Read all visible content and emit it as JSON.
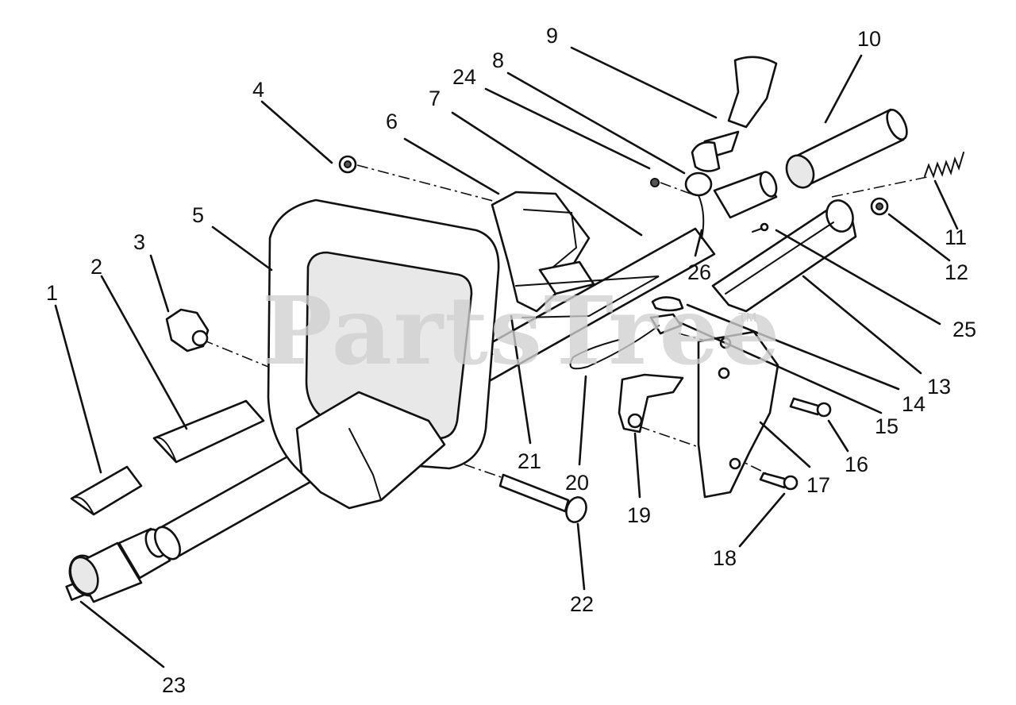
{
  "watermark": {
    "text": "PartsTree",
    "mark": "TM"
  },
  "callouts": [
    {
      "id": "1",
      "label": "1"
    },
    {
      "id": "2",
      "label": "2"
    },
    {
      "id": "3",
      "label": "3"
    },
    {
      "id": "4",
      "label": "4"
    },
    {
      "id": "5",
      "label": "5"
    },
    {
      "id": "6",
      "label": "6"
    },
    {
      "id": "7",
      "label": "7"
    },
    {
      "id": "8",
      "label": "8"
    },
    {
      "id": "9",
      "label": "9"
    },
    {
      "id": "10",
      "label": "10"
    },
    {
      "id": "11",
      "label": "11"
    },
    {
      "id": "12",
      "label": "12"
    },
    {
      "id": "13",
      "label": "13"
    },
    {
      "id": "14",
      "label": "14"
    },
    {
      "id": "15",
      "label": "15"
    },
    {
      "id": "16",
      "label": "16"
    },
    {
      "id": "17",
      "label": "17"
    },
    {
      "id": "18",
      "label": "18"
    },
    {
      "id": "19",
      "label": "19"
    },
    {
      "id": "20",
      "label": "20"
    },
    {
      "id": "21",
      "label": "21"
    },
    {
      "id": "22",
      "label": "22"
    },
    {
      "id": "23",
      "label": "23"
    },
    {
      "id": "24",
      "label": "24"
    },
    {
      "id": "25",
      "label": "25"
    },
    {
      "id": "26",
      "label": "26"
    }
  ]
}
